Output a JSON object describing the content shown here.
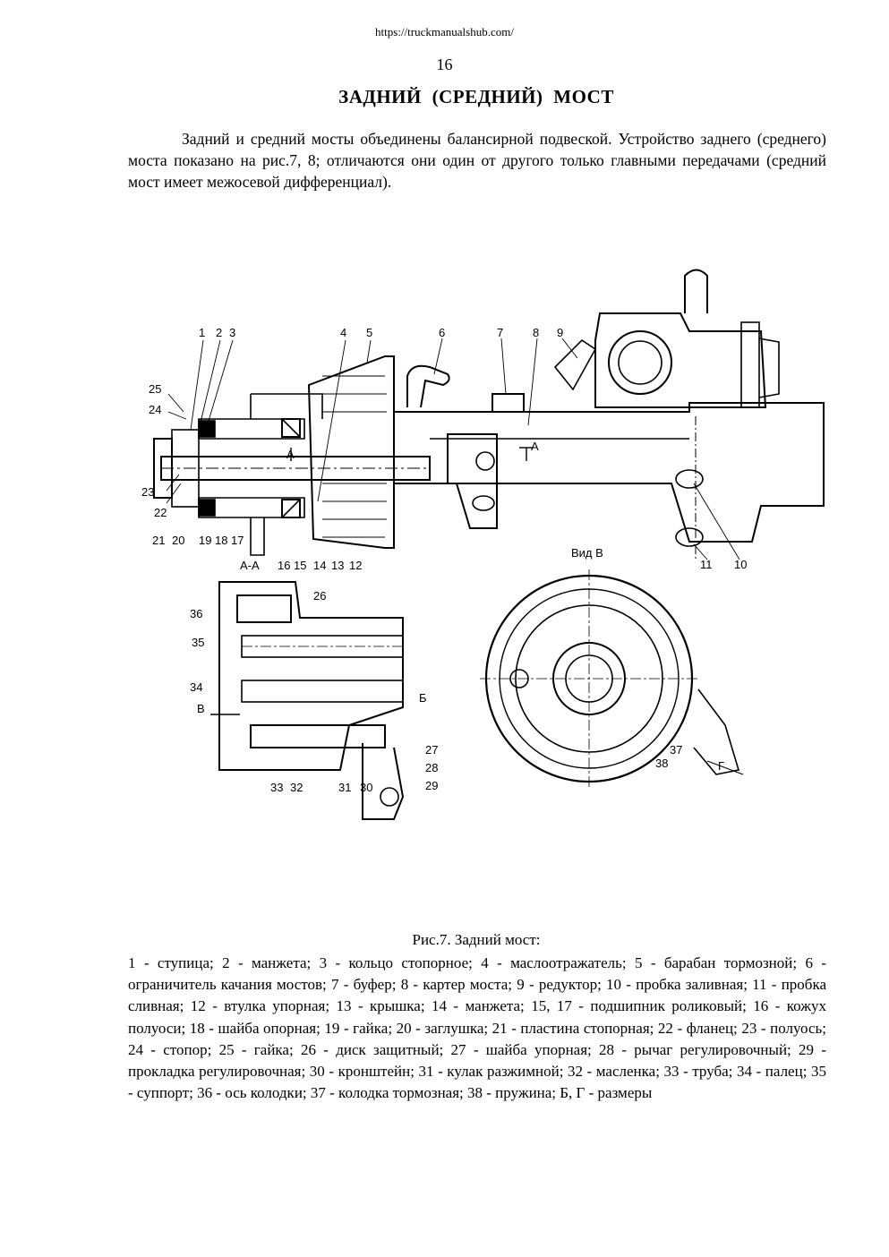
{
  "header": {
    "url": "https://truckmanualshub.com/",
    "page_number": "16"
  },
  "section": {
    "title": "ЗАДНИЙ  (СРЕДНИЙ)  МОСТ"
  },
  "intro": {
    "text": "Задний и средний мосты объединены балансирной подвеской. Устройство заднего (среднего) моста показано на рис.7, 8; отличаются они один от другого только главными передачами (средний мост имеет межосевой дифференциал)."
  },
  "figure": {
    "labels": {
      "section_aa": "А-А",
      "view_b": "Вид В",
      "arrow_a": "А",
      "arrow_v": "В",
      "dim_b": "Б",
      "dim_g": "Г",
      "n1": "1",
      "n2": "2",
      "n3": "3",
      "n4": "4",
      "n5": "5",
      "n6": "6",
      "n7": "7",
      "n8": "8",
      "n9": "9",
      "n10": "10",
      "n11": "11",
      "n12": "12",
      "n13": "13",
      "n14": "14",
      "n15": "15",
      "n16": "16",
      "n17": "17",
      "n18": "18",
      "n19": "19",
      "n20": "20",
      "n21": "21",
      "n22": "22",
      "n23": "23",
      "n24": "24",
      "n25": "25",
      "n26": "26",
      "n27": "27",
      "n28": "28",
      "n29": "29",
      "n30": "30",
      "n31": "31",
      "n32": "32",
      "n33": "33",
      "n34": "34",
      "n35": "35",
      "n36": "36",
      "n37": "37",
      "n38": "38"
    }
  },
  "caption": {
    "title": "Рис.7. Задний мост:",
    "text": "1 - ступица; 2 - манжета; 3 - кольцо стопорное; 4 - маслоотражатель; 5 - барабан тормозной; 6 - ограничитель качания мостов; 7 - буфер; 8 - картер моста; 9 - редуктор; 10 - пробка заливная; 11 - пробка сливная; 12 - втулка упорная; 13 - крышка; 14 - манжета; 15, 17 - подшипник роликовый; 16 - кожух полуоси; 18 - шайба опорная; 19 - гайка; 20 - заглушка; 21 - пластина стопорная; 22 - фланец; 23 - полуось; 24 - стопор; 25 - гайка; 26 - диск защитный; 27 - шайба упорная; 28 - рычаг регулировочный; 29 - прокладка регулировочная; 30 - кронштейн; 31 - кулак разжимной; 32 - масленка; 33 - труба; 34 - палец; 35 - суппорт; 36 - ось колодки; 37 - колодка тормозная; 38 - пружина; Б, Г - размеры"
  }
}
